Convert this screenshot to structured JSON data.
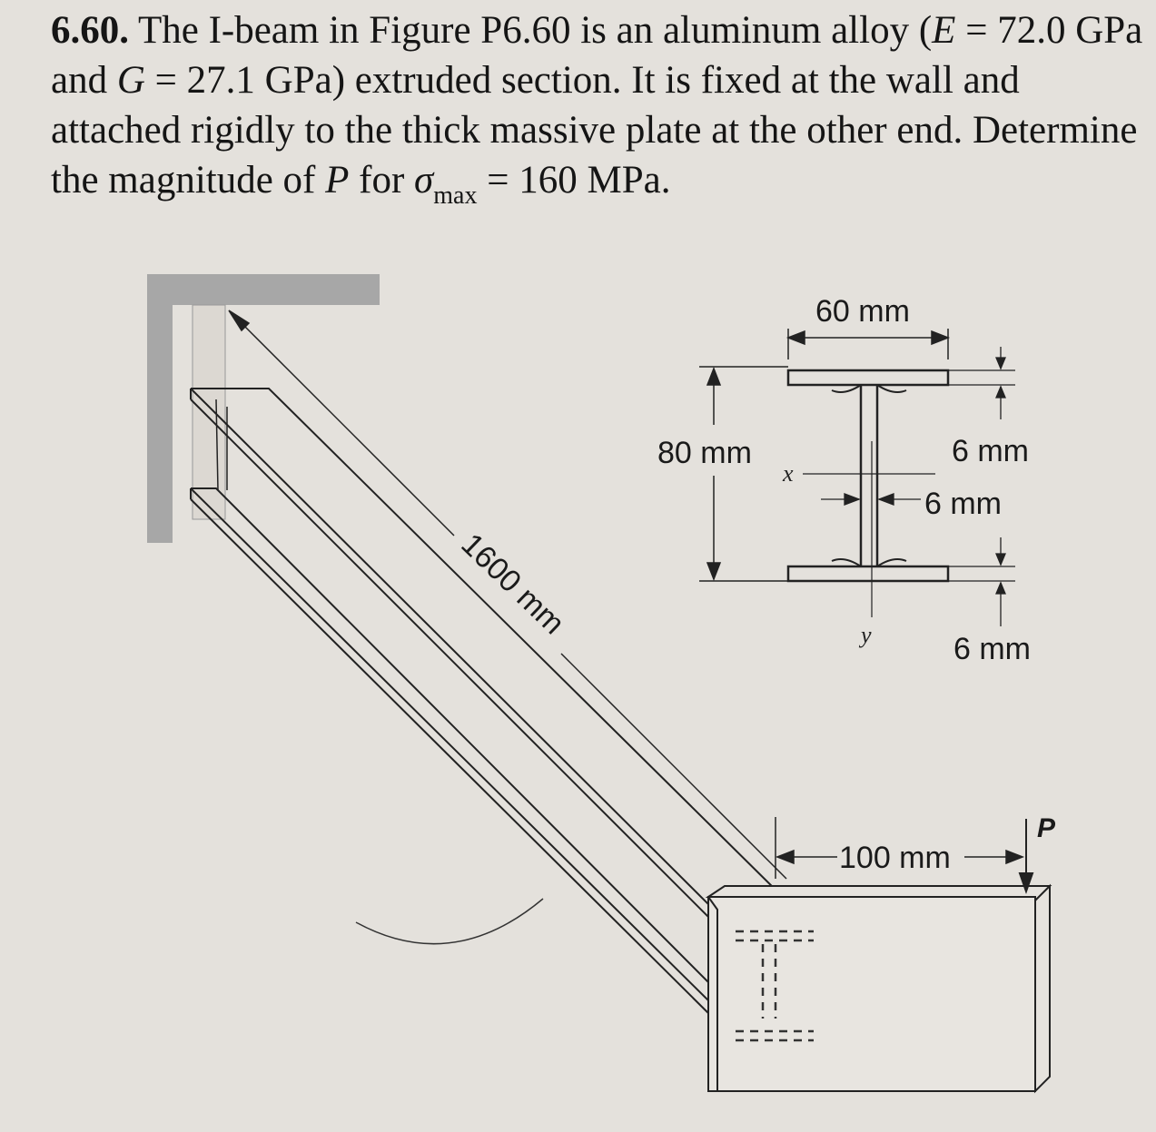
{
  "problem": {
    "number": "6.60.",
    "t1": " The I-beam in Figure P6.60 is an aluminum alloy (",
    "E": "E",
    "t2": " = 72.0 GPa and ",
    "G": "G",
    "t3": " = 27.1 GPa) extruded section. It is fixed at the wall and attached rigidly to the thick massive plate at the other end. Determine the magnitude of ",
    "P": "P",
    "t4": " for ",
    "sigma": "σ",
    "sigma_sub": "max",
    "t5": " = 160 MPa."
  },
  "figure": {
    "beam_length": "1600 mm",
    "flange_width": "60 mm",
    "depth": "80 mm",
    "flange_thickness_top": "6 mm",
    "web_thickness": "6 mm",
    "flange_thickness_bottom": "6 mm",
    "load_offset": "100 mm",
    "load_label": "P",
    "axis_x": "x",
    "axis_y": "y"
  },
  "colors": {
    "background": "#e4e1dc",
    "wall": "#a7a7a7",
    "ink": "#1a1a1a"
  }
}
